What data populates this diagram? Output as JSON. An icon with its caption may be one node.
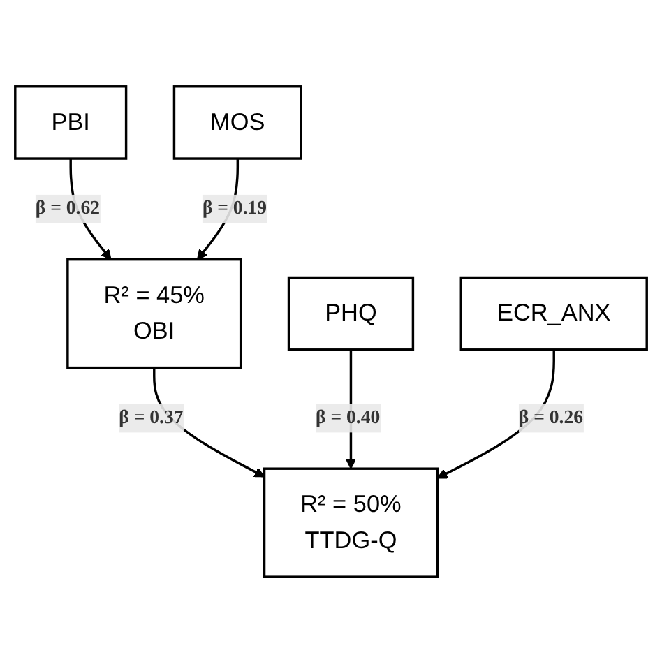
{
  "diagram": {
    "nodes": [
      {
        "text": [
          "PBI"
        ]
      },
      {
        "text": [
          "MOS"
        ]
      },
      {
        "text": [
          "R² = 45%",
          "OBI"
        ]
      },
      {
        "text": [
          "PHQ"
        ]
      },
      {
        "text": [
          "ECR_ANX"
        ]
      },
      {
        "text": [
          "R² = 50%",
          "TTDG-Q"
        ]
      }
    ],
    "edges": [
      {
        "from": 0,
        "to": 2,
        "arrow": "to",
        "label": "β = 0.62"
      },
      {
        "from": 1,
        "to": 2,
        "arrow": "to",
        "label": "β = 0.19"
      },
      {
        "from": 2,
        "to": 5,
        "arrow": "to",
        "label": "β = 0.37"
      },
      {
        "from": 3,
        "to": 5,
        "arrow": "to",
        "label": "β = 0.40"
      },
      {
        "from": 4,
        "to": 5,
        "arrow": "to",
        "label": "β = 0.26"
      }
    ]
  }
}
